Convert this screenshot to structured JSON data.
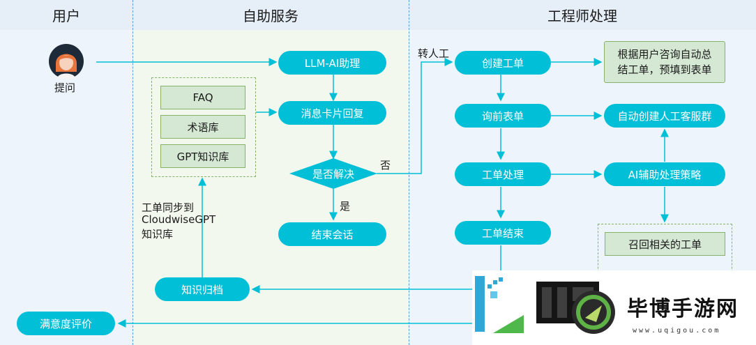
{
  "lanes": {
    "user": "用户",
    "self_service": "自助服务",
    "engineer": "工程师处理"
  },
  "user": {
    "caption": "提问"
  },
  "self_service": {
    "llm_assistant": "LLM-AI助理",
    "message_card": "消息卡片回复",
    "decision": "是否解决",
    "end_session": "结束会话",
    "knowledge_archive": "知识归档",
    "satisfaction": "满意度评价",
    "knowledge_sources": [
      "FAQ",
      "术语库",
      "GPT知识库"
    ],
    "sync_note": [
      "工单同步到",
      "CloudwiseGPT",
      "知识库"
    ],
    "yes_label": "是",
    "no_label": "否"
  },
  "engineer": {
    "transfer_label": "转人工",
    "create_ticket": "创建工单",
    "auto_summary": [
      "根据用户咨询自动总",
      "结工单，预填到表单"
    ],
    "pre_form": "询前表单",
    "auto_group": "自动创建人工客服群",
    "ticket_process": "工单处理",
    "ai_strategy": "AI辅助处理策略",
    "ticket_end": "工单结束",
    "recall_tickets": "召回相关的工单"
  },
  "watermark": {
    "name": "毕博手游网",
    "url": "www.uqigou.com"
  },
  "colors": {
    "accent": "#00bfd6",
    "lane_header": "#e6eef7",
    "lane_self_service": "#f3f8ee",
    "lane_engineer": "#eef4fb",
    "box_green": "#d5e8d4",
    "divider": "#5b9bd5"
  }
}
